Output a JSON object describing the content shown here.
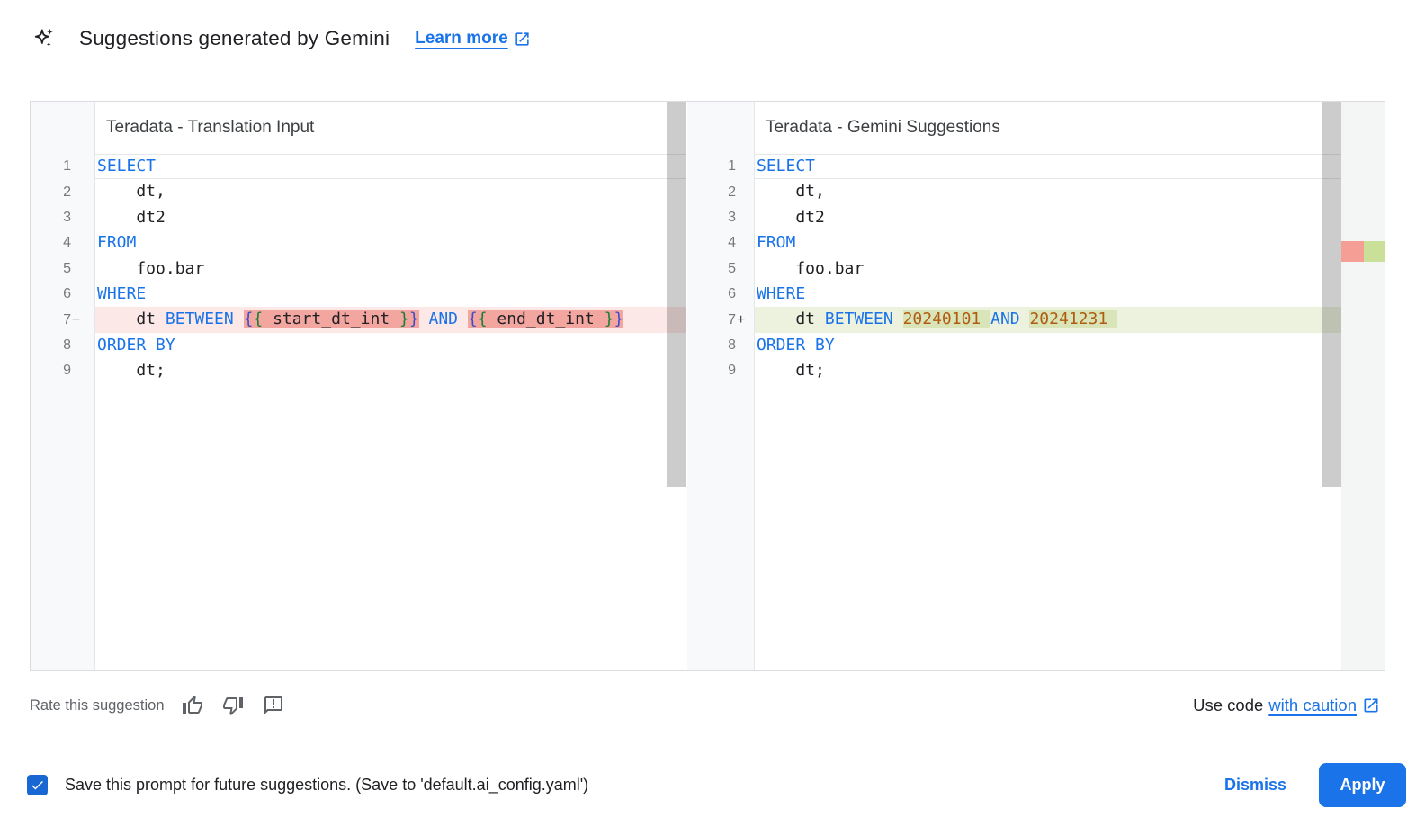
{
  "header": {
    "title": "Suggestions generated by Gemini",
    "learn_more_label": "Learn more"
  },
  "panels": [
    {
      "title": "Teradata - Translation Input",
      "lines": [
        {
          "num": "1",
          "sfx": "",
          "cls": "active",
          "tokens": [
            {
              "t": "SELECT",
              "c": "kw"
            }
          ]
        },
        {
          "num": "2",
          "sfx": "",
          "cls": "",
          "tokens": [
            {
              "t": "    dt,",
              "c": "pl"
            }
          ]
        },
        {
          "num": "3",
          "sfx": "",
          "cls": "",
          "tokens": [
            {
              "t": "    dt2",
              "c": "pl"
            }
          ]
        },
        {
          "num": "4",
          "sfx": "",
          "cls": "",
          "tokens": [
            {
              "t": "FROM",
              "c": "kw"
            }
          ]
        },
        {
          "num": "5",
          "sfx": "",
          "cls": "",
          "tokens": [
            {
              "t": "    foo.bar",
              "c": "pl"
            }
          ]
        },
        {
          "num": "6",
          "sfx": "",
          "cls": "",
          "tokens": [
            {
              "t": "WHERE",
              "c": "kw"
            }
          ]
        },
        {
          "num": "7",
          "sfx": "−",
          "cls": "removed",
          "tokens": [
            {
              "t": "    dt ",
              "c": "pl"
            },
            {
              "t": "BETWEEN",
              "c": "kw"
            },
            {
              "t": " ",
              "c": "pl"
            },
            {
              "t": "{",
              "c": "b1",
              "bg": "hl"
            },
            {
              "t": "{",
              "c": "b2",
              "bg": "hl"
            },
            {
              "t": " start_dt_int ",
              "c": "pl",
              "bg": "hl"
            },
            {
              "t": "}",
              "c": "b2",
              "bg": "hl"
            },
            {
              "t": "}",
              "c": "b1",
              "bg": "hl"
            },
            {
              "t": " ",
              "c": "pl"
            },
            {
              "t": "AND",
              "c": "kw"
            },
            {
              "t": " ",
              "c": "pl"
            },
            {
              "t": "{",
              "c": "b1",
              "bg": "hl"
            },
            {
              "t": "{",
              "c": "b2",
              "bg": "hl"
            },
            {
              "t": " end_dt_int ",
              "c": "pl",
              "bg": "hl"
            },
            {
              "t": "}",
              "c": "b2",
              "bg": "hl"
            },
            {
              "t": "}",
              "c": "b1",
              "bg": "hl"
            }
          ]
        },
        {
          "num": "8",
          "sfx": "",
          "cls": "",
          "tokens": [
            {
              "t": "ORDER BY",
              "c": "kw"
            }
          ]
        },
        {
          "num": "9",
          "sfx": "",
          "cls": "",
          "tokens": [
            {
              "t": "    dt;",
              "c": "pl"
            }
          ]
        }
      ]
    },
    {
      "title": "Teradata - Gemini Suggestions",
      "lines": [
        {
          "num": "1",
          "sfx": "",
          "cls": "active",
          "tokens": [
            {
              "t": "SELECT",
              "c": "kw"
            }
          ]
        },
        {
          "num": "2",
          "sfx": "",
          "cls": "",
          "tokens": [
            {
              "t": "    dt,",
              "c": "pl"
            }
          ]
        },
        {
          "num": "3",
          "sfx": "",
          "cls": "",
          "tokens": [
            {
              "t": "    dt2",
              "c": "pl"
            }
          ]
        },
        {
          "num": "4",
          "sfx": "",
          "cls": "",
          "tokens": [
            {
              "t": "FROM",
              "c": "kw"
            }
          ]
        },
        {
          "num": "5",
          "sfx": "",
          "cls": "",
          "tokens": [
            {
              "t": "    foo.bar",
              "c": "pl"
            }
          ]
        },
        {
          "num": "6",
          "sfx": "",
          "cls": "",
          "tokens": [
            {
              "t": "WHERE",
              "c": "kw"
            }
          ]
        },
        {
          "num": "7",
          "sfx": "+",
          "cls": "added",
          "tokens": [
            {
              "t": "    dt ",
              "c": "pl"
            },
            {
              "t": "BETWEEN",
              "c": "kw"
            },
            {
              "t": " ",
              "c": "pl"
            },
            {
              "t": "20240101 ",
              "c": "num",
              "bg": "hl"
            },
            {
              "t": "AND",
              "c": "kw"
            },
            {
              "t": " ",
              "c": "pl"
            },
            {
              "t": "20241231 ",
              "c": "num",
              "bg": "hl"
            }
          ]
        },
        {
          "num": "8",
          "sfx": "",
          "cls": "",
          "tokens": [
            {
              "t": "ORDER BY",
              "c": "kw"
            }
          ]
        },
        {
          "num": "9",
          "sfx": "",
          "cls": "",
          "tokens": [
            {
              "t": "    dt;",
              "c": "pl"
            }
          ]
        }
      ]
    }
  ],
  "footer": {
    "rate_label": "Rate this suggestion",
    "use_code_prefix": "Use code",
    "caution_link": "with caution"
  },
  "actions": {
    "save_label": "Save this prompt for future suggestions. (Save to 'default.ai_config.yaml')",
    "dismiss_label": "Dismiss",
    "apply_label": "Apply",
    "checkbox_checked": true
  },
  "colors": {
    "accent_blue": "#1a73e8",
    "keyword": "#1a73e8",
    "number_literal": "#b05c10",
    "bracket_outer": "#3d4ec9",
    "bracket_inner": "#188038",
    "removed_line_bg": "#fce8e6",
    "removed_token_bg": "#f3a5a0",
    "added_line_bg": "#edf2df",
    "added_token_bg": "#d9e4b8",
    "overview_removed": "#f49e95",
    "overview_added": "#cadf97"
  }
}
